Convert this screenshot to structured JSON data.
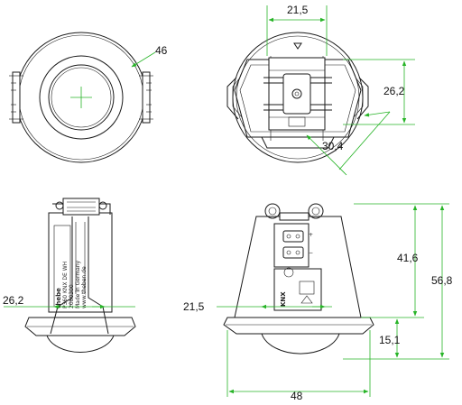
{
  "dimensions": {
    "top_left_diameter": "46",
    "top_right_width": "21,5",
    "top_right_height": "26,2",
    "top_right_diag": "30,4",
    "bottom_left_width": "26,2",
    "bottom_right_module_width": "21,5",
    "bottom_right_height_upper": "41,6",
    "bottom_right_height_total": "56,8",
    "bottom_right_lens_height": "15,1",
    "bottom_right_base_width": "48"
  },
  "product_label": {
    "brand": "thebe",
    "lines": [
      "P360 KNX DE WH",
      "2080300",
      "Made in Germany",
      "www.theben.de"
    ]
  },
  "device_labels": {
    "knx_logo": "KNX"
  },
  "colors": {
    "dimension_lines": "#27b427",
    "outline": "#1a1a1a",
    "background": "#ffffff"
  }
}
